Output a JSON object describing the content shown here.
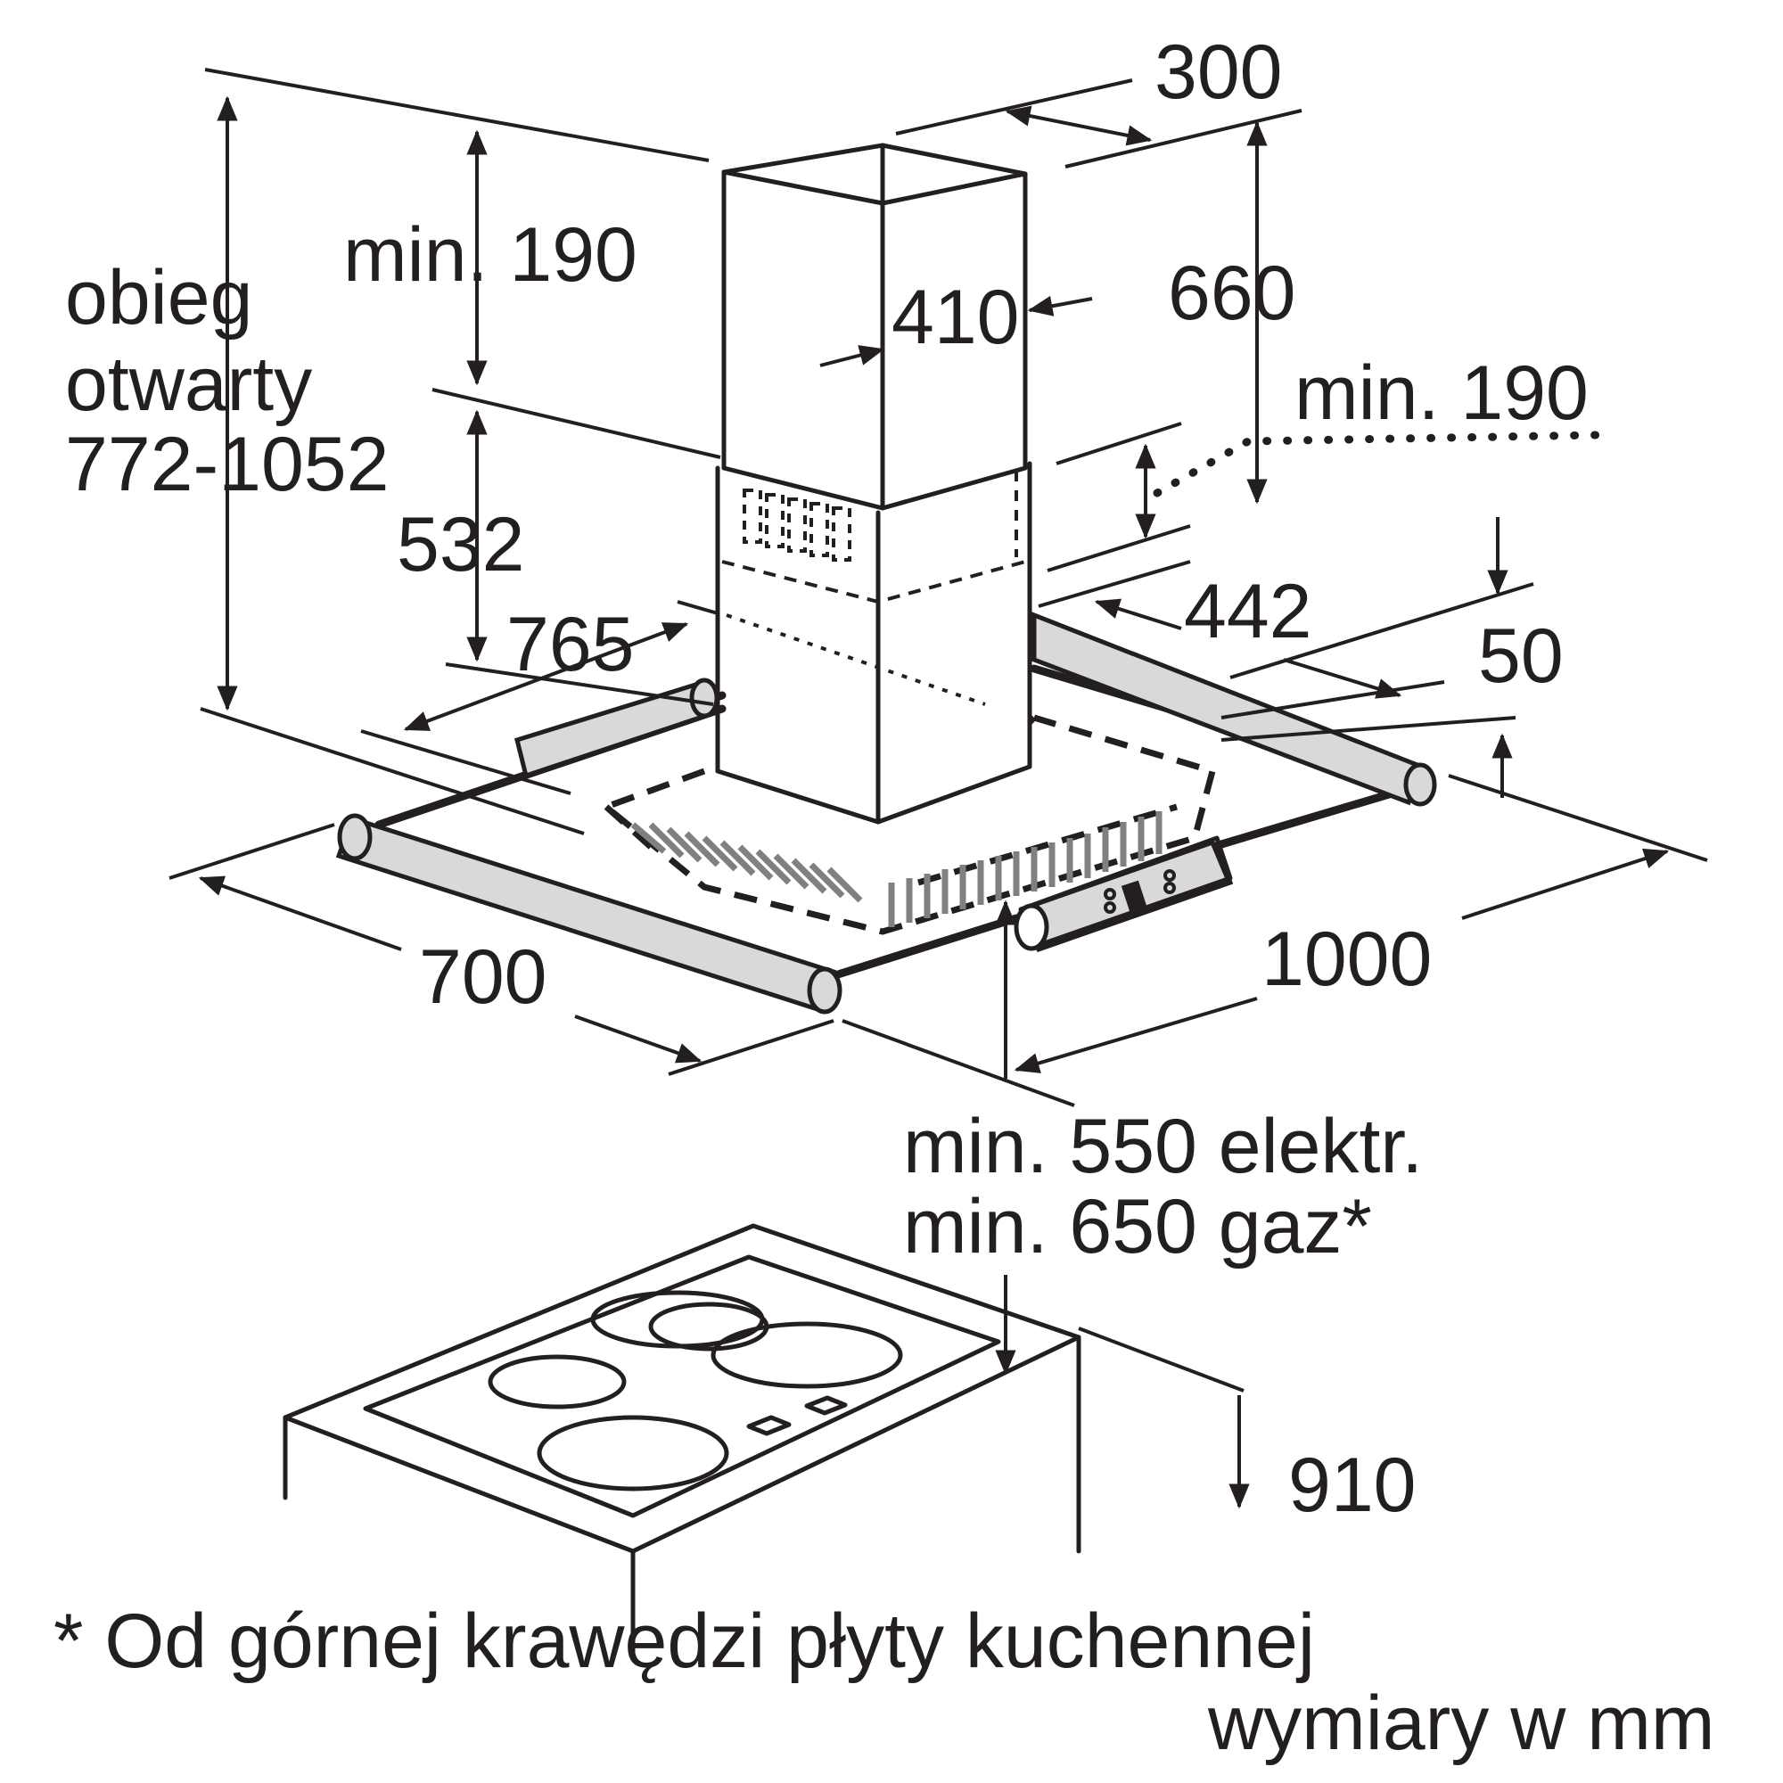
{
  "diagram": {
    "dims": {
      "open_loop_line1": "obieg",
      "open_loop_line2": "otwarty",
      "open_loop_range": "772-1052",
      "chimney_min_top": "min. 190",
      "chimney_min_right": "min. 190",
      "chimney_width": "300",
      "chimney_depth": "410",
      "chimney_height": "660",
      "lower_height": "532",
      "inner_width": "765",
      "inner_depth": "442",
      "hood_thickness": "50",
      "hood_depth": "700",
      "hood_width": "1000",
      "dist_electric": "min. 550 elektr.",
      "dist_gas": "min. 650 gaz*",
      "counter_height": "910"
    },
    "footnote": "* Od górnej krawędzi płyty kuchennej",
    "units": "wymiary w mm"
  },
  "colors": {
    "line": "#231f20",
    "rail_fill": "#d9d9d9",
    "grill": "#808080"
  }
}
